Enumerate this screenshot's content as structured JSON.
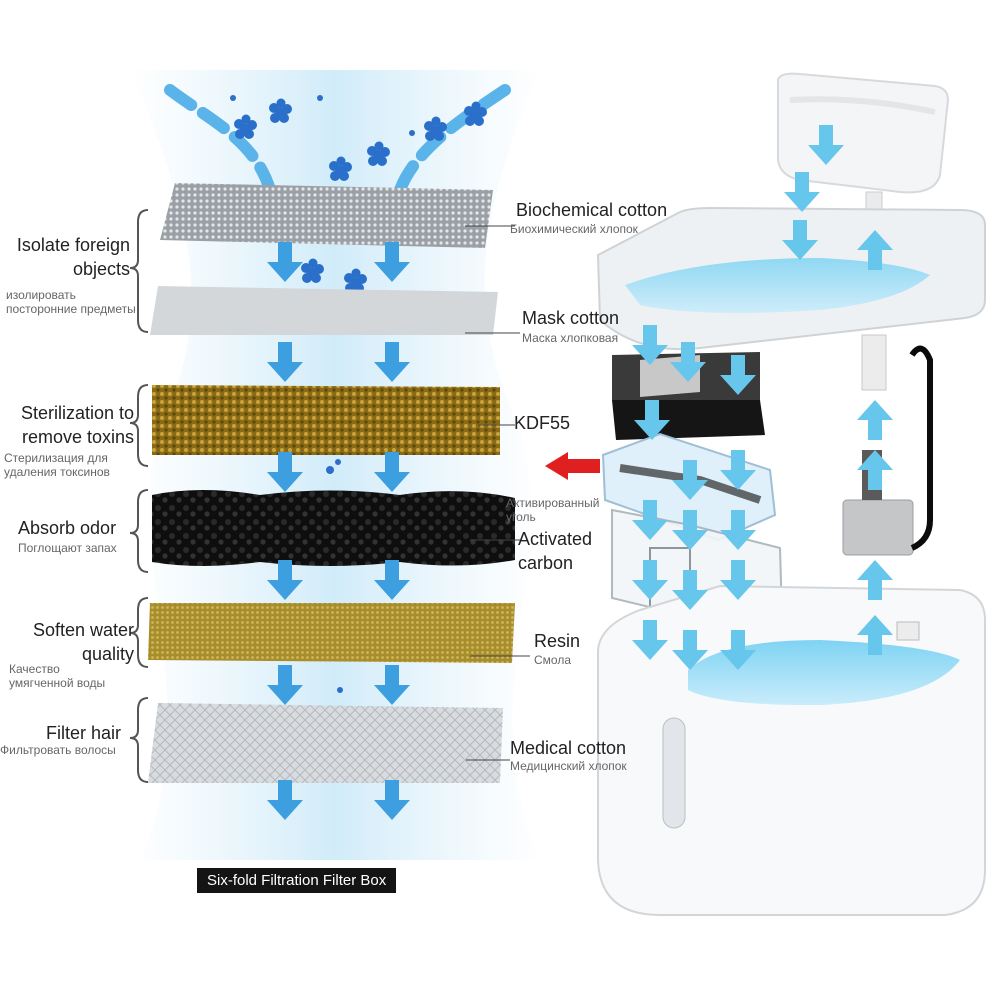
{
  "left_labels": [
    {
      "en_line1": "Isolate foreign",
      "en_line2": "objects",
      "ru_line1": "изолировать",
      "ru_line2": "посторонние предметы"
    },
    {
      "en_line1": "Sterilization to",
      "en_line2": "remove toxins",
      "ru_line1": "Стерилизация для",
      "ru_line2": "удаления токсинов"
    },
    {
      "en_line1": "Absorb odor",
      "ru_line1": "Поглощают запах"
    },
    {
      "en_line1": "Soften water",
      "en_line2": "quality",
      "ru_line1": "Качество",
      "ru_line2": "умягченной воды"
    },
    {
      "en_line1": "Filter hair",
      "ru_line1": "Фильтровать волосы"
    }
  ],
  "layers": [
    {
      "en": "Biochemical cotton",
      "ru": "Биохимический хлопок"
    },
    {
      "en": "Mask cotton",
      "ru": "Маска хлопковая"
    },
    {
      "en": "KDF55"
    },
    {
      "en_line1": "Activated",
      "en_line2": "carbon",
      "ru_line1": "Активированный",
      "ru_line2": "уголь"
    },
    {
      "en": "Resin",
      "ru": "Смола"
    },
    {
      "en": "Medical cotton",
      "ru": "Медицинский хлопок"
    }
  ],
  "caption": "Six-fold Filtration Filter Box",
  "colors": {
    "water_blue": "#66c6ec",
    "arrow_blue": "#3d9fe0",
    "arrow_red": "#e02020",
    "particle_blue": "#2a6fc9",
    "kdf_gold": "#9c7a1d",
    "carbon": "#151515",
    "resin": "#b49b3a"
  },
  "icons": [
    "down-arrow-icon",
    "up-arrow-icon",
    "red-left-arrow-icon",
    "particle-cluster-icon"
  ]
}
